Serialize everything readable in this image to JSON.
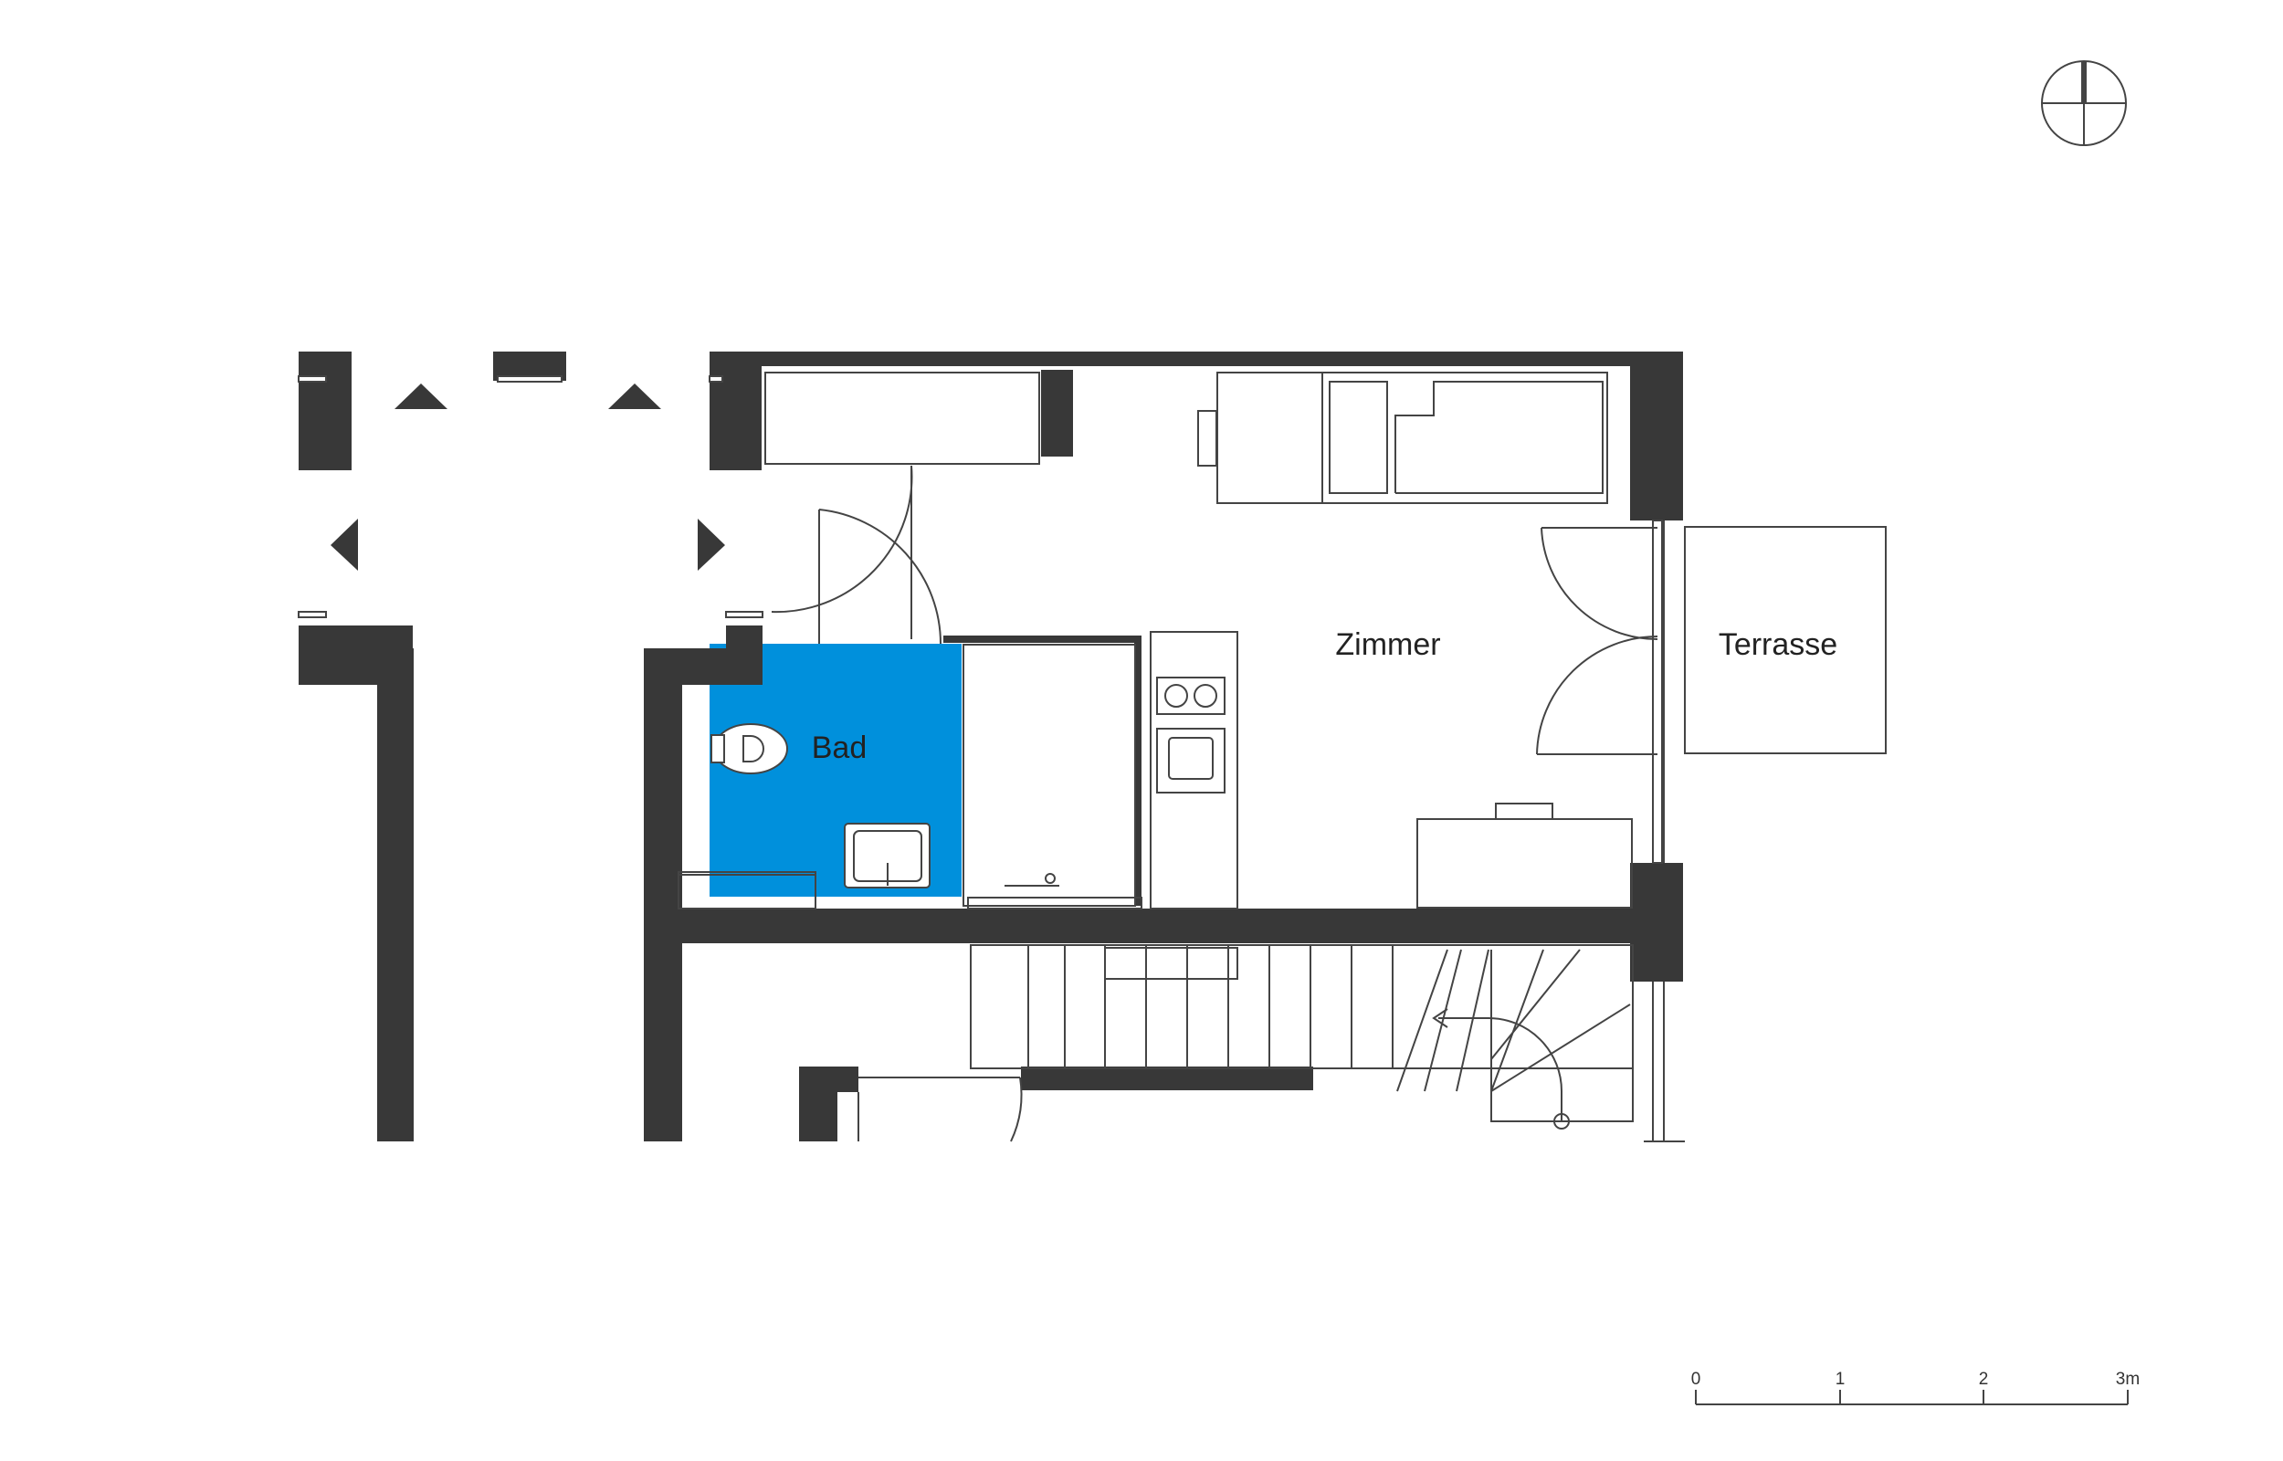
{
  "rooms": {
    "zimmer": "Zimmer",
    "terrasse": "Terrasse",
    "bad": "Bad"
  },
  "scale_bar": {
    "ticks": [
      "0",
      "1",
      "2",
      "3m"
    ]
  },
  "colors": {
    "wall": "#383838",
    "bath_highlight": "#0090DC",
    "line": "#444444",
    "background": "#FFFFFF"
  },
  "icons": {
    "north_indicator": "north-arrow-icon"
  }
}
